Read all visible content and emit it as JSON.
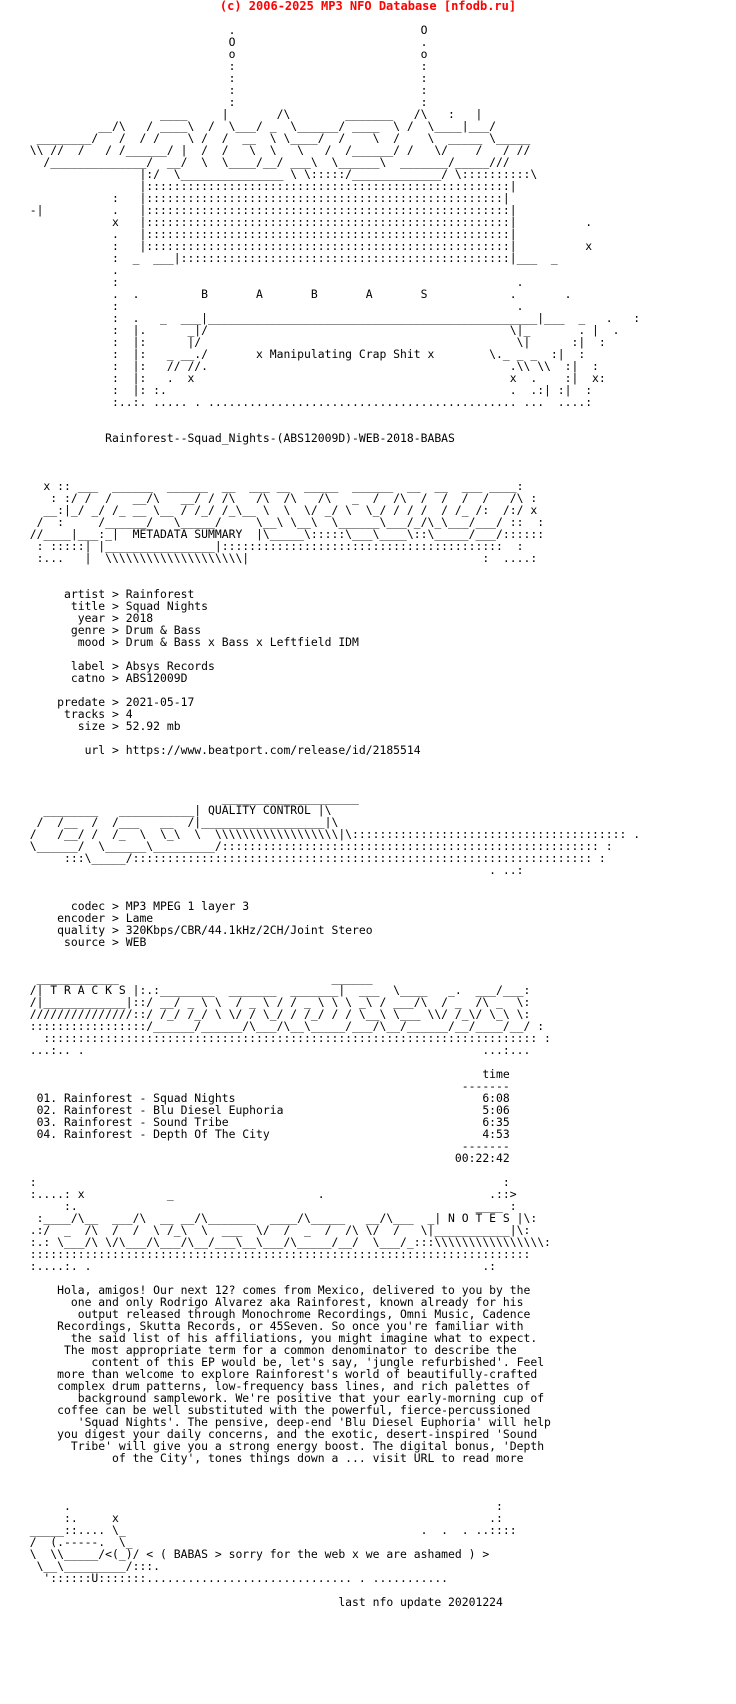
{
  "header": {
    "copyright": "(c) 2006-2025 MP3 NFO Database [nfodb.ru]"
  },
  "nfo_lines": [
    "                                                                      ",
    "                               .                           O            ",
    "                               O                           .            ",
    "                               o                           o            ",
    "                               :                           :            ",
    "                               :                           :            ",
    "                               :                           :            ",
    "                               :                           :            ",
    "                     ____     |       /\\        _______   /\\   :   |      ",
    "            __/\\   / ____\\  /  \\___/ _  \\______/ ____  \\ /  \\____|___/    ",
    "   ________/   /  / /    \\ /  /  __  \\ \\____/  /    \\  /    \\  _____ \\_____ ",
    "  \\\\ //  /   / /______/ |  /  /   \\  \\   \\   /  /______/ /   \\/    /   / // ",
    "    /______________/  __/  \\  \\____/__/ ___\\  \\______\\  _______/_____/// ",
    "                  |:/  \\_______________ \\ \\:::::/_____________/ \\::::::::::\\ ",
    "                  |:::::::::::::::::::::::::::::::::::::::::::::::::::::|  ",
    "              :   |::::::::::::::::::::::::::::::::::::::::::::::::::::|      ",
    "  -|          .   |:::::::::::::::::::::::::::::::::::::::::::::::::::::| ",
    "              x   |:::::::::::::::::::::::::::::::::::::::::::::::::::::|          .",
    "              .   |:::::::::::::::::::::::::::::::::::::::::::::::::::::|          ",
    "              :   |:::::::::::::::::::::::::::::::::::::::::::::::::::::|          x",
    "              :  _  ___|::::::::::::::::::::::::::::::::::::::::::::::::|___  _     ",
    "              .                                                                 ",
    "              :                                                          .      ",
    "              .  .         B       A       B       A       S            .       .",
    "              :                                                          .      ",
    "              :  .   _  ___|________________________________________________|___  _   .   :",
    "              :  |.      _|/                                            \\|_       . |  .",
    "              :  |:      |/                                              \\|      :|  :",
    "              :  |:   _ __./       x Manipulating Crap Shit x        \\._ _ _  :|  :",
    "              :  |:   // //.                                            .\\\\ \\\\  :|  :",
    "              :  |:   .  x                                              x  .    :|  x:",
    "              :  |: :.                                                  .  .:| :|  :",
    "              :..:. ..... . ............................................. ...  ....:",
    "                                                                      ",
    "                                                                      ",
    "             Rainforest--Squad_Nights-(ABS12009D)-WEB-2018-BABAS",
    "                                                                      ",
    "                                                                      ",
    "                                                                      ",
    "    x :: ___  ______  ______  __  ___ __  _____  ______  __  __  ___ ____:  ",
    "     : :/ /  /   __/\\   __/ / /\\   /\\  /\\   /\\   _  /  /\\  /  /  /  /   /\\ :  ",
    "    __:|_/ _/ /_ __ \\__ / /_/ /_\\__ \\  \\  \\/ _/ \\  \\_/ / / /  / /_ /:  /:/ x",
    "   /  :     /______/   \\_____/     \\__\\ \\__\\  \\______\\___/_/\\_\\___/___/ ::  :",
    "  //____|___:_|  METADATA SUMMARY  |\\_____\\:::::\\___\\____\\::\\_____/___/::::::",
    "   : :::::| |________________|:::::::::::::::::::::::::::::::::::::::::  :",
    "   :...   |  \\\\\\\\\\\\\\\\\\\\\\\\\\\\\\\\\\\\\\\\|                                  :  ....:",
    "                                                                      ",
    "                                                                      ",
    "       artist > Rainforest",
    "        title > Squad Nights",
    "         year > 2018",
    "        genre > Drum & Bass",
    "         mood > Drum & Bass x Bass x Leftfield IDM",
    "                                                                      ",
    "        label > Absys Records",
    "        catno > ABS12009D",
    "                                                                      ",
    "      predate > 2021-05-17",
    "       tracks > 4",
    "         size > 52.92 mb",
    "                                                                      ",
    "          url > https://www.beatport.com/release/id/2185514",
    "                                                                      ",
    "                                                                      ",
    "                                                                      ",
    "                              ____________________",
    "    ________   ___________| QUALITY CONTROL |\\",
    "   /  /__  /  /___   __  /|__________________|\\",
    "  /   /__/ /  /_  \\  \\_\\  \\  \\\\\\\\\\\\\\\\\\\\\\\\\\\\\\\\\\\\|\\:::::::::::::::::::::::::::::::::::::::: .",
    "  \\______/  \\______\\_________/::::::::::::::::::::::::::::::::::::::::::::::::::::::: :",
    "       :::\\_____/::::::::::::::::::::::::::::::::::::::::::::::::::::::::::::::::::: :",
    "                                                                     . ..:",
    "                                                                      ",
    "                                                                      ",
    "        codec > MP3 MPEG 1 layer 3",
    "      encoder > Lame",
    "      quality > 320Kbps/CBR/44.1kHz/2CH/Joint Stereo",
    "       source > WEB",
    "                                                                      ",
    "                                                                      ",
    "   ____________                               ______",
    "  /| T R A C K S |:.:________  _______  _______|  ___  \\____   _.  ___/___:",
    "  /|____________|::/ __/ _ \\ \\  / _ \\ / / _ \\ \\ \\ _\\ / ___/\\  / _  /\\ _  \\:",
    "  ///////////////::/ /_/ /_/ \\ \\/ / \\_/ / /_/ / / \\__\\ \\___ \\\\/ /_\\/ \\_\\ \\:",
    "  :::::::::::::::::/______/______/\\___/\\__\\_____/___/\\__/______/__/____/__/ :",
    "    :::::::::::::::::::::::::::::::::::::::::::::::::::::::::::::::::::::::: :",
    "  ...:.. .                                                          ...:...",
    "                                                                      ",
    "                                                                    time",
    "                                                                 -------",
    "   01. Rainforest - Squad Nights                                    6:08",
    "   02. Rainforest - Blu Diesel Euphoria                             5:06",
    "   03. Rainforest - Sound Tribe                                     6:35",
    "   04. Rainforest - Depth Of The City                               4:53",
    "                                                                 -------",
    "                                                                00:22:42",
    "                                                                      ",
    "  :                                                                    :",
    "  :....: x            _                     .                        .::>",
    "       :.                                                          ____ :",
    "   :____/\\__  ___/\\  __ __/\\_______  ____/\\_____   __/\\___  _| N O T E S |\\:",
    "  .:/  _  /\\  /  /  \\ /_\\  \\  ___  \\/  /  _  /  /\\ \\/  /   \\|___________|\\:",
    "  :.: \\___/\\ \\/\\___/\\___/\\__/___\\__\\___/\\_____/__/  \\___/_:::\\\\\\\\\\\\\\\\\\\\\\\\\\\\\\\\:",
    "  :::::::::::::::::::::::::::::::::::::::::::::::::::::::::::::::::::::::::",
    "  :....:. .                                                         .:",
    "                                                                      ",
    "      Hola, amigos! Our next 12? comes from Mexico, delivered to you by the",
    "        one and only Rodrigo Alvarez aka Rainforest, known already for his",
    "         output released through Monochrome Recordings, Omni Music, Cadence",
    "      Recordings, Skutta Records, or 45Seven. So once you're familiar with",
    "        the said list of his affiliations, you might imagine what to expect.",
    "       The most appropriate term for a common denominator to describe the",
    "           content of this EP would be, let's say, 'jungle refurbished'. Feel",
    "      more than welcome to explore Rainforest's world of beautifully-crafted",
    "      complex drum patterns, low-frequency bass lines, and rich palettes of",
    "         background samplework. We're positive that your early-morning cup of",
    "      coffee can be well substituted with the powerful, fierce-percussioned",
    "         'Squad Nights'. The pensive, deep-end 'Blu Diesel Euphoria' will help",
    "      you digest your daily concerns, and the exotic, desert-inspired 'Sound",
    "        Tribe' will give you a strong energy boost. The digital bonus, 'Depth",
    "              of the City', tones things down a ... visit URL to read more",
    "                                                                      ",
    "                                                                      ",
    "                                                                      ",
    "       .                                                              :",
    "       :.     x                                                      .:",
    "  _____::.... \\_                                           .  .  . ..::::",
    "  /  (.-----.  \\_",
    "  \\  \\\\_____/<(_)/ < ( BABAS > sorry for the web x we are ashamed ) >",
    "   \\__\\_________/:::.",
    "    '::::::U:::::::.............................. . ...........",
    "                                                                      ",
    "                                               last nfo update 20201224"
  ]
}
